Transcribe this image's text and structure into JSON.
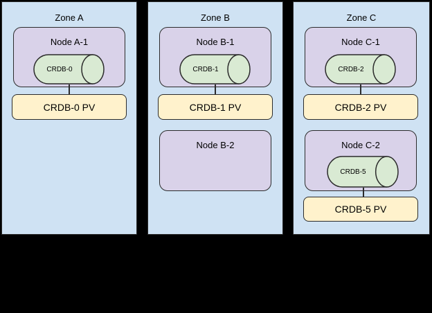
{
  "diagram": {
    "description": "Three availability zones containing Kubernetes nodes, CockroachDB pods and persistent volumes"
  },
  "colors": {
    "canvas_bg": "#000000",
    "zone_fill": "#cfe2f3",
    "node_fill": "#d9d2e9",
    "pod_fill": "#d9ead3",
    "pv_fill": "#fff2cc",
    "border_color": "#2b2b2b"
  },
  "zones": [
    {
      "title": "Zone A",
      "nodes": [
        {
          "label": "Node A-1",
          "pod": {
            "label": "CRDB-0"
          },
          "pv": {
            "label": "CRDB-0 PV"
          }
        }
      ]
    },
    {
      "title": "Zone B",
      "nodes": [
        {
          "label": "Node B-1",
          "pod": {
            "label": "CRDB-1"
          },
          "pv": {
            "label": "CRDB-1 PV"
          }
        },
        {
          "label": "Node B-2"
        }
      ]
    },
    {
      "title": "Zone C",
      "nodes": [
        {
          "label": "Node C-1",
          "pod": {
            "label": "CRDB-2"
          },
          "pv": {
            "label": "CRDB-2 PV"
          }
        },
        {
          "label": "Node C-2",
          "pod": {
            "label": "CRDB-5"
          },
          "pv": {
            "label": "CRDB-5 PV"
          }
        }
      ]
    }
  ]
}
